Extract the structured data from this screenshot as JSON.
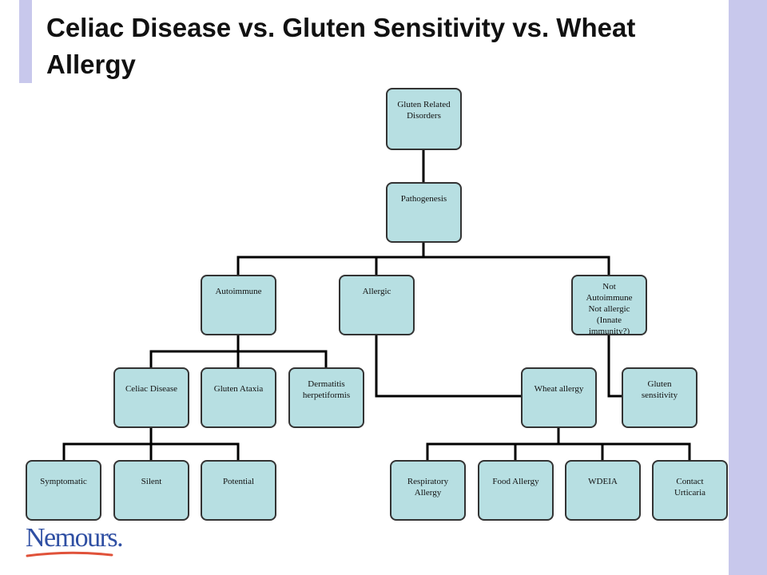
{
  "slide": {
    "title": "Celiac Disease vs. Gluten Sensitivity vs. Wheat Allergy",
    "accent_color": "#c8c8ec",
    "node_color": "#b7dfe2",
    "line_color": "#000000"
  },
  "diagram": {
    "root": [
      "Gluten Related",
      "Disorders"
    ],
    "pathogenesis": [
      "Pathogenesis"
    ],
    "autoimmune": [
      "Autoimmune"
    ],
    "allergic": [
      "Allergic"
    ],
    "not_autoimmune": [
      "Not",
      "Autoimmune",
      "Not allergic",
      "(Innate",
      "immunity?)"
    ],
    "celiac_disease": [
      "Celiac Disease"
    ],
    "gluten_ataxia": [
      "Gluten Ataxia"
    ],
    "dermatitis": [
      "Dermatitis",
      "herpetiformis"
    ],
    "wheat_allergy": [
      "Wheat allergy"
    ],
    "gluten_sensitivity": [
      "Gluten",
      "sensitivity"
    ],
    "symptomatic": [
      "Symptomatic"
    ],
    "silent": [
      "Silent"
    ],
    "potential": [
      "Potential"
    ],
    "respiratory_allergy": [
      "Respiratory",
      "Allergy"
    ],
    "food_allergy": [
      "Food Allergy"
    ],
    "wdeia": [
      "WDEIA"
    ],
    "contact_urticaria": [
      "Contact",
      "Urticaria"
    ]
  },
  "logo": {
    "text": "Nemours.",
    "color": "#2f4fa3"
  }
}
